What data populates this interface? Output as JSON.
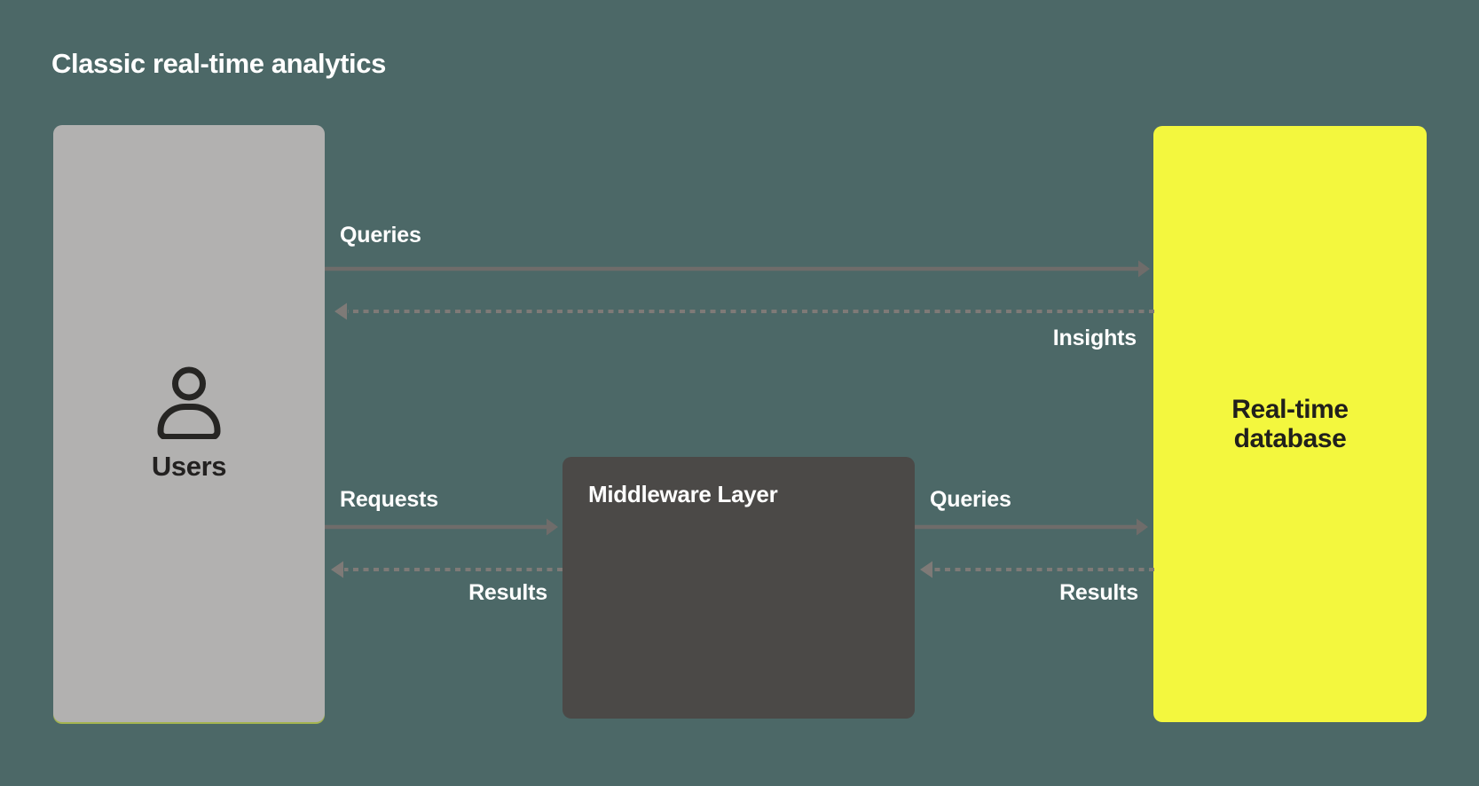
{
  "title": "Classic real-time analytics",
  "colors": {
    "background": "#4c6867",
    "users_box": "#b2b1b0",
    "middleware_box": "#4b4947",
    "database_box": "#f3f73e",
    "arrow_solid": "#6f6c6a",
    "arrow_dashed": "#7e7a77",
    "light_text": "#ffffff",
    "dark_text": "#232120"
  },
  "nodes": {
    "users": {
      "label": "Users",
      "icon": "user-icon"
    },
    "middleware": {
      "label": "Middleware Layer"
    },
    "database": {
      "label": "Real-time database"
    }
  },
  "edges": [
    {
      "id": "queries-top",
      "label": "Queries",
      "from": "users",
      "to": "database",
      "style": "solid"
    },
    {
      "id": "insights",
      "label": "Insights",
      "from": "database",
      "to": "users",
      "style": "dashed"
    },
    {
      "id": "requests",
      "label": "Requests",
      "from": "users",
      "to": "middleware",
      "style": "solid"
    },
    {
      "id": "results-left",
      "label": "Results",
      "from": "middleware",
      "to": "users",
      "style": "dashed"
    },
    {
      "id": "queries-bottom",
      "label": "Queries",
      "from": "middleware",
      "to": "database",
      "style": "solid"
    },
    {
      "id": "results-right",
      "label": "Results",
      "from": "database",
      "to": "middleware",
      "style": "dashed"
    }
  ]
}
